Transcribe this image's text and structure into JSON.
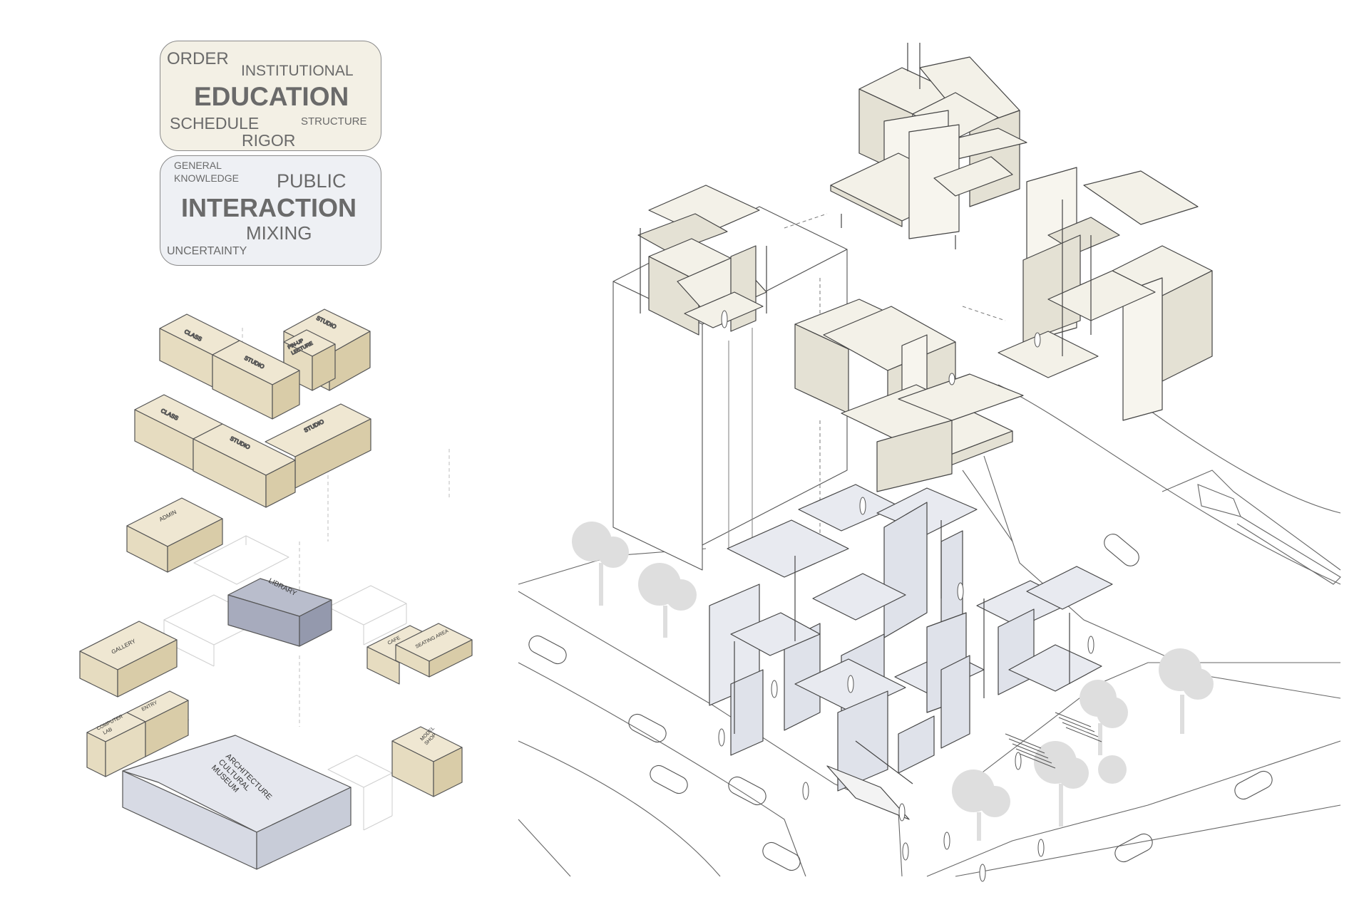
{
  "word_clouds": {
    "education": {
      "order": "ORDER",
      "institutional": "INSTITUTIONAL",
      "education": "EDUCATION",
      "schedule": "SCHEDULE",
      "structure": "STRUCTURE",
      "rigor": "RIGOR"
    },
    "interaction": {
      "general": "GENERAL",
      "knowledge": "KNOWLEDGE",
      "public": "PUBLIC",
      "interaction": "INTERACTION",
      "mixing": "MIXING",
      "uncertainty": "UNCERTAINTY"
    }
  },
  "program_labels": {
    "class_top": "CLASS",
    "studio_top_center": "STUDIO",
    "pinup_lecture_line1": "PIN-UP",
    "pinup_lecture_line2": "LECTURE",
    "studio_top_right": "STUDIO",
    "class_second": "CLASS",
    "studio_second_center": "STUDIO",
    "studio_second_right": "STUDIO",
    "admin": "ADMIN",
    "library": "LIBRARY",
    "cafe": "CAFE",
    "seating_area": "SEATING AREA",
    "gallery": "GALLERY",
    "computer_lab_line1": "COMPUTER",
    "computer_lab_line2": "LAB",
    "entry": "ENTRY",
    "museum_line1": "ARCHITECTURE",
    "museum_line2": "CULTURAL",
    "museum_line3": "MUSEUM",
    "model_shop_line1": "MODEL",
    "model_shop_line2": "SHOP"
  },
  "colors": {
    "beige_top": "#efe7d2",
    "beige_left": "#e6dcc0",
    "beige_right": "#d9cca8",
    "blue_top": "#b9bdcc",
    "blue_left": "#a7abbd",
    "blue_right": "#9499ad",
    "museum_top": "#e5e7ee",
    "museum_left": "#d7dae4",
    "museum_right": "#c8ccd8",
    "module_light": "#f3f1e8",
    "module_shade": "#e4e1d4",
    "module_blue": "#e8eaf0",
    "tree": "#dedede"
  }
}
